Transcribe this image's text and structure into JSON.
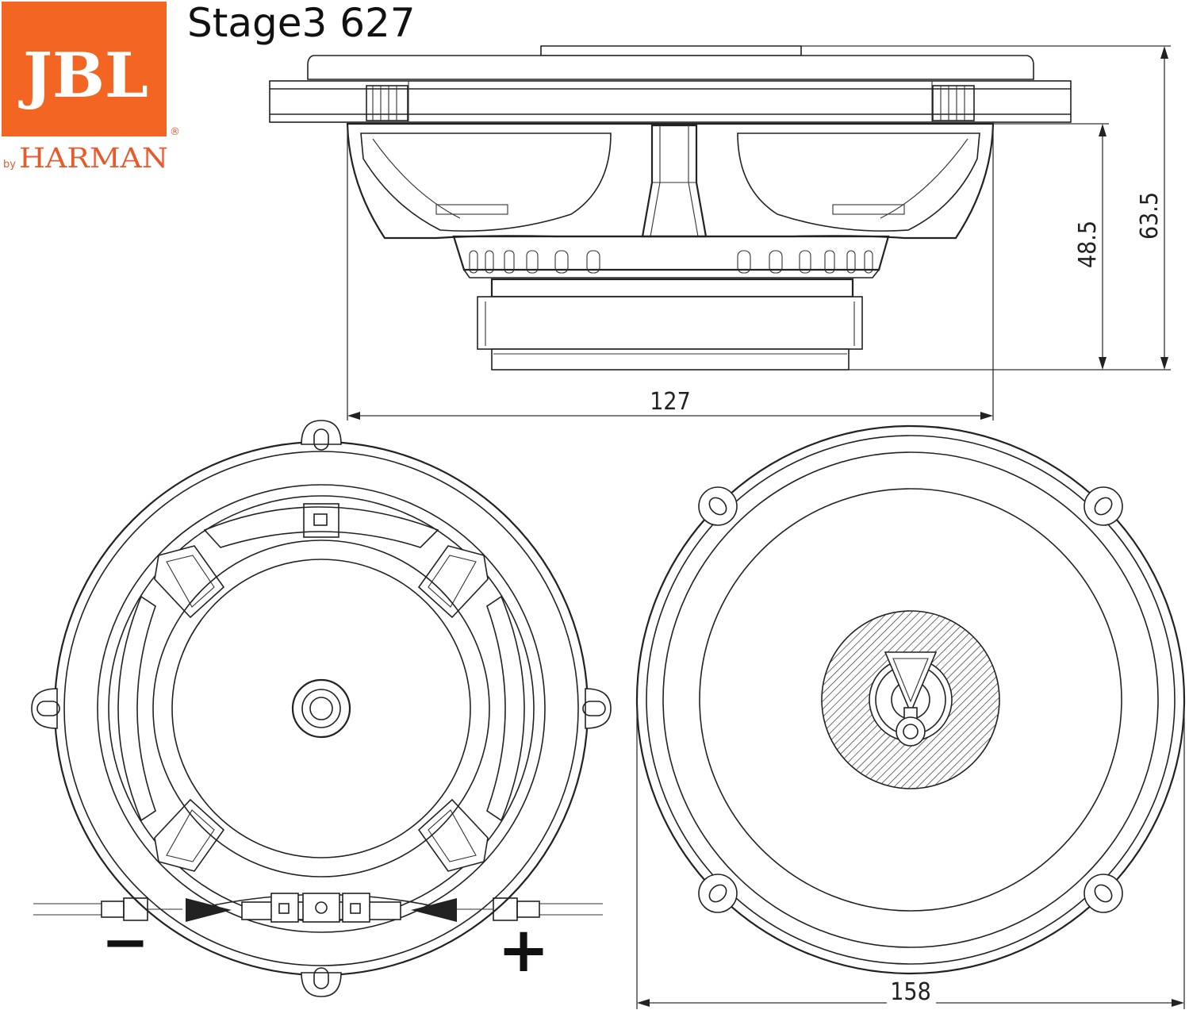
{
  "brand": {
    "logo_text": "JBL",
    "by": "by",
    "maker": "HARMAN",
    "registered": "®",
    "logo_color": "#F26522",
    "harman_color": "#E85A2C"
  },
  "product": {
    "title": "Stage3 627"
  },
  "dimensions": {
    "total_height": "63.5",
    "mount_depth": "48.5",
    "cutout_diameter": "127",
    "outer_diameter": "158"
  },
  "terminals": {
    "negative": "−",
    "positive": "+"
  }
}
